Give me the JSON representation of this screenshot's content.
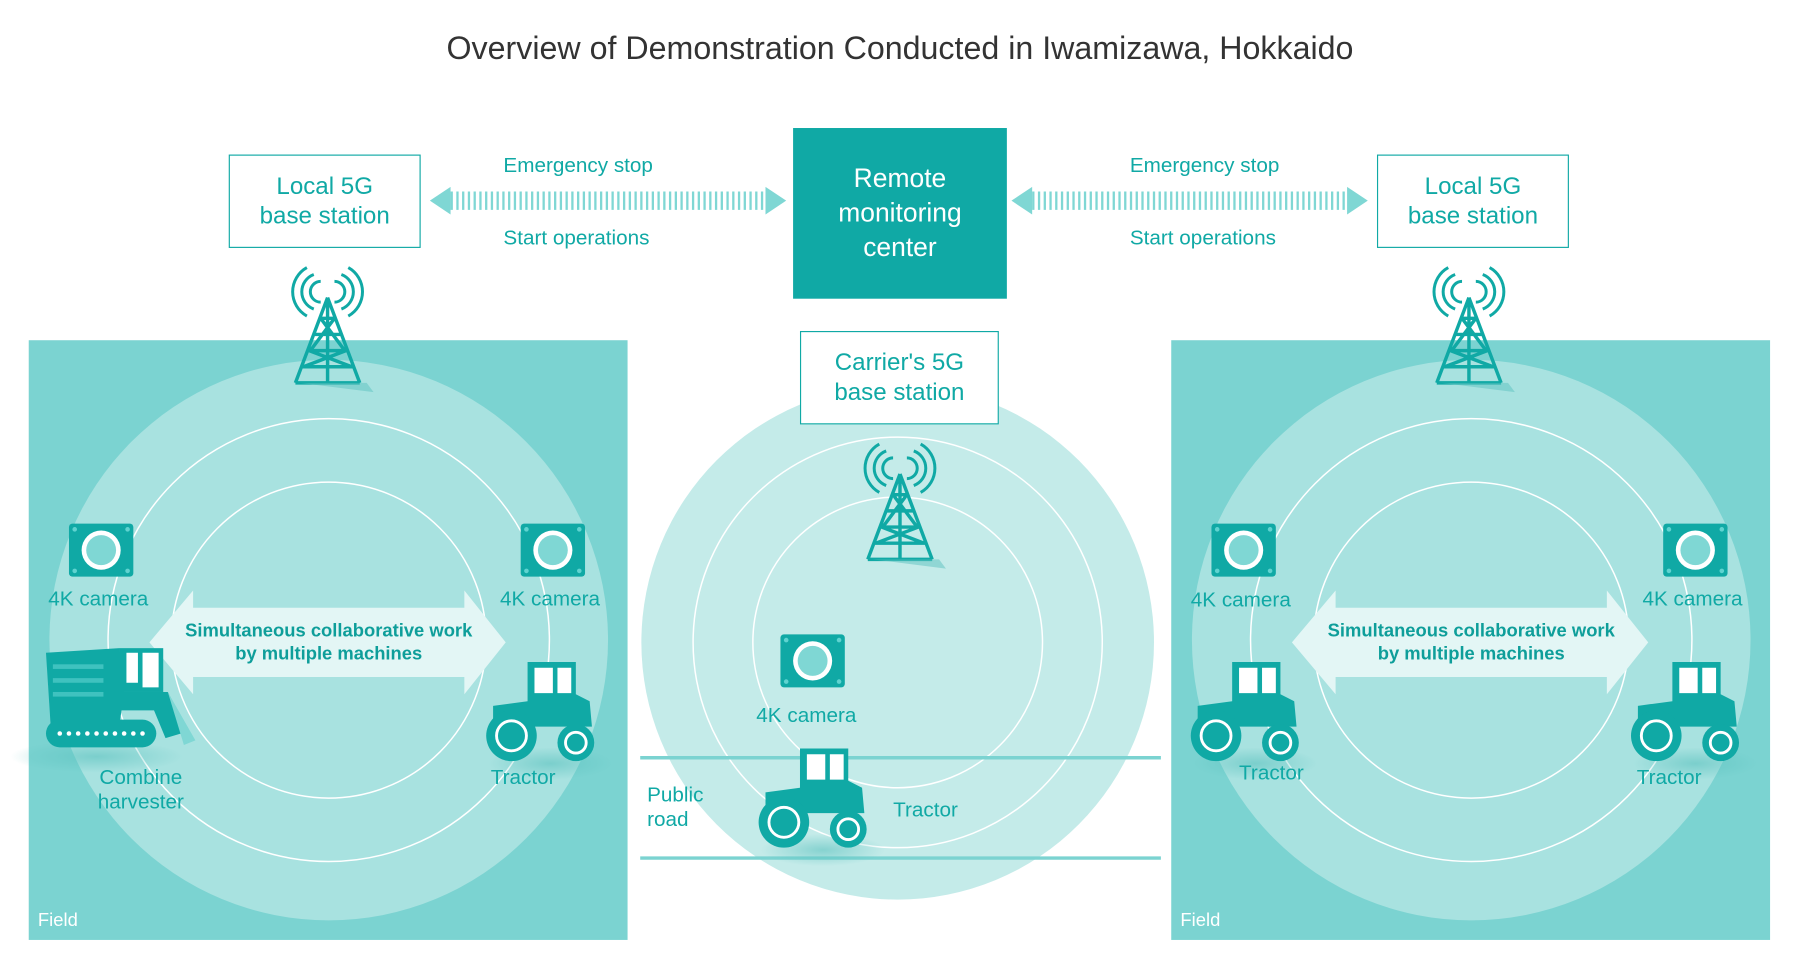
{
  "title": "Overview of Demonstration Conducted in Iwamizawa, Hokkaido",
  "remote_center": "Remote\nmonitoring\ncenter",
  "left_station": "Local 5G\nbase station",
  "right_station": "Local 5G\nbase station",
  "carrier_station": "Carrier's 5G\nbase station",
  "left_link": {
    "top": "Emergency stop",
    "bottom": "Start operations"
  },
  "right_link": {
    "top": "Emergency stop",
    "bottom": "Start operations"
  },
  "left_field": {
    "camera_left": "4K camera",
    "camera_right": "4K camera",
    "collab": "Simultaneous collaborative work\nby multiple machines",
    "machine_left": "Combine\nharvester",
    "machine_right": "Tractor",
    "field_label": "Field"
  },
  "center": {
    "camera": "4K camera",
    "road": "Public\nroad",
    "tractor": "Tractor"
  },
  "right_field": {
    "camera_left": "4K camera",
    "camera_right": "4K camera",
    "collab": "Simultaneous collaborative work\nby multiple machines",
    "machine_left": "Tractor",
    "machine_right": "Tractor",
    "field_label": "Field"
  },
  "colors": {
    "teal": "#10a9a5",
    "field": "#7bd3d1",
    "circle": "#a8e2e0",
    "center_circle": "#c4ebe9",
    "arrow": "#e3f6f5"
  }
}
